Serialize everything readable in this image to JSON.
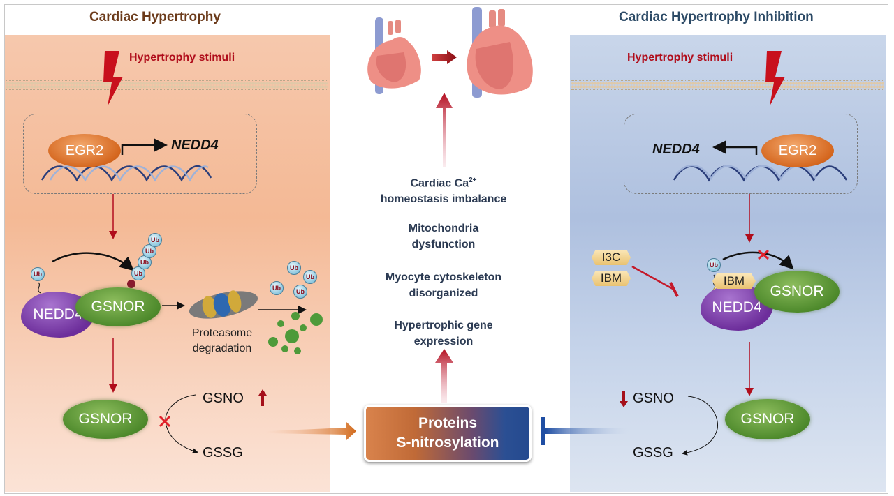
{
  "left_panel": {
    "title": "Cardiac Hypertrophy",
    "stimulus_label": "Hypertrophy stimuli",
    "nucleus": {
      "tf": "EGR2",
      "target_gene": "NEDD4"
    },
    "complex": {
      "ligase": "NEDD4",
      "substrate": "GSNOR",
      "ubiquitin": "Ub"
    },
    "degradation_label": [
      "Proteasome",
      "degradation"
    ],
    "result": {
      "enzyme": "GSNOR",
      "enzyme_trend": "down",
      "substrate": "GSNO",
      "substrate_trend": "up",
      "product": "GSSG",
      "reaction": "blocked"
    }
  },
  "center": {
    "effects": [
      {
        "line1": "Cardiac Ca",
        "sup": "2+",
        "line2": "homeostasis imbalance"
      },
      {
        "line1": "Mitochondria",
        "sup": "",
        "line2": "dysfunction"
      },
      {
        "line1": "Myocyte cytoskeleton",
        "sup": "",
        "line2": "disorganized"
      },
      {
        "line1": "Hypertrophic gene",
        "sup": "",
        "line2": "expression"
      }
    ],
    "central_node": [
      "Proteins",
      "S-nitrosylation"
    ]
  },
  "right_panel": {
    "title": "Cardiac Hypertrophy Inhibition",
    "stimulus_label": "Hypertrophy stimuli",
    "nucleus": {
      "tf": "EGR2",
      "target_gene": "NEDD4"
    },
    "inhibitors": [
      "I3C",
      "IBM"
    ],
    "complex": {
      "ligase": "NEDD4",
      "bound_inhibitor": "IBM",
      "substrate": "GSNOR",
      "ubiquitin": "Ub"
    },
    "result": {
      "enzyme": "GSNOR",
      "substrate": "GSNO",
      "substrate_trend": "down",
      "product": "GSSG"
    }
  },
  "colors": {
    "left_accent": "#6b3a1a",
    "right_accent": "#2c4a66",
    "stimulus_red": "#b00d1b",
    "gsnor_green": "#4e8a2c",
    "nedd4_purple": "#6d2e9b",
    "egr2_orange": "#d5671f"
  }
}
